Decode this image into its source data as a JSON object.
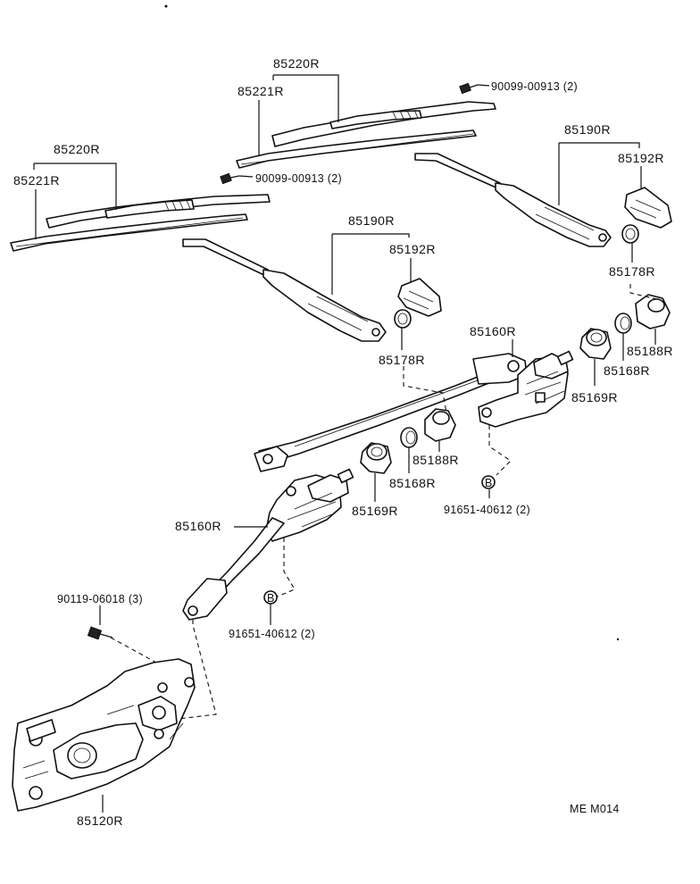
{
  "diagram": {
    "code": "ME M014",
    "labels": {
      "blade_r_top": "85220R",
      "refill_r_top": "85221R",
      "bolt_top": "90099-00913 (2)",
      "blade_l": "85220R",
      "refill_l": "85221R",
      "bolt_mid": "90099-00913 (2)",
      "arm_right": "85190R",
      "cover_right": "85192R",
      "cap_right": "85178R",
      "arm_left": "85190R",
      "cover_left": "85192R",
      "cap_left": "85178R",
      "link_upper": "85160R",
      "nut_right": "85188R",
      "washer_right": "85168R",
      "bushing_right": "85169R",
      "nut_mid": "85188R",
      "washer_mid": "85168R",
      "bushing_mid": "85169R",
      "bolt_link_upper": "91651-40612 (2)",
      "link_lower": "85160R",
      "bolt_motor": "90119-06018 (3)",
      "bolt_link_lower": "91651-40612 (2)",
      "motor": "85120R",
      "badge_b": "B"
    }
  }
}
